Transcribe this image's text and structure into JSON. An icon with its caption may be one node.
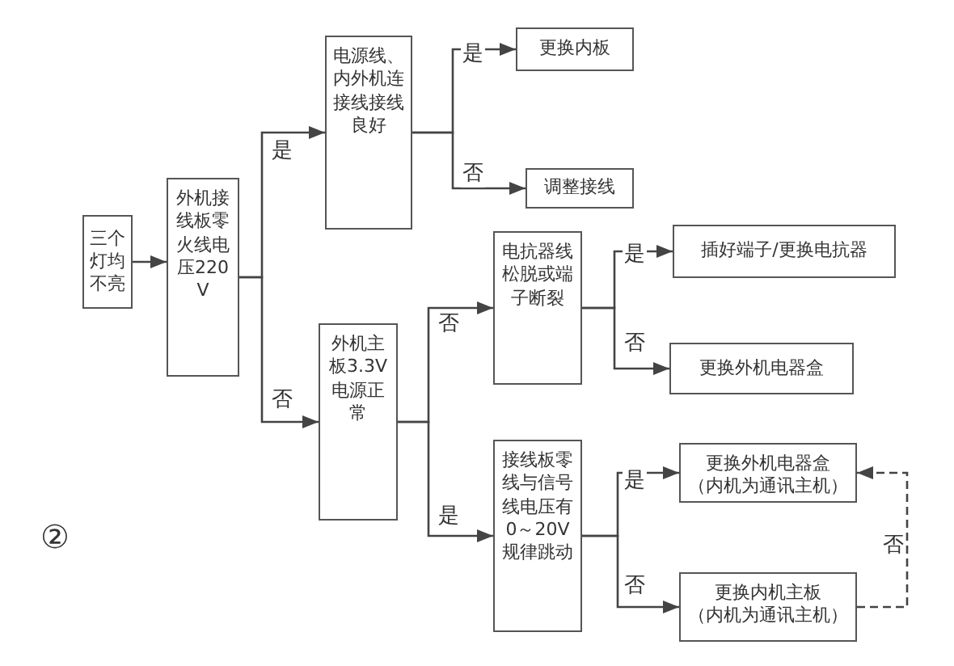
{
  "diagram": {
    "nodes": [
      {
        "text": [
          "三个灯均不亮"
        ]
      },
      {
        "text": [
          "外机接线板零火线电压220V"
        ]
      },
      {
        "text": [
          "电源线、内外机连接线接线良好"
        ]
      },
      {
        "text": [
          "更换内板"
        ]
      },
      {
        "text": [
          "调整接线"
        ]
      },
      {
        "text": [
          "外机主板3.3V电源正常"
        ]
      },
      {
        "text": [
          "电抗器线松脱或端子断裂"
        ]
      },
      {
        "text": [
          "插好端子/更换电抗器"
        ]
      },
      {
        "text": [
          "更换外机电器盒"
        ]
      },
      {
        "text": [
          "接线板零线与信号线电压有0～20V规律跳动"
        ]
      },
      {
        "text": [
          "更换外机电器盒",
          "（内机为通讯主机）"
        ]
      },
      {
        "text": [
          "更换内机主板",
          "（内机为通讯主机）"
        ]
      }
    ],
    "edges": [
      {
        "from": 0,
        "to": 1,
        "arrow": "to"
      },
      {
        "from": 1,
        "to": 2,
        "arrow": "to",
        "label": "是"
      },
      {
        "from": 1,
        "to": 5,
        "arrow": "to",
        "label": "否"
      },
      {
        "from": 2,
        "to": 3,
        "arrow": "to",
        "label": "是"
      },
      {
        "from": 2,
        "to": 4,
        "arrow": "to",
        "label": "否"
      },
      {
        "from": 5,
        "to": 6,
        "arrow": "to",
        "label": "否"
      },
      {
        "from": 5,
        "to": 9,
        "arrow": "to",
        "label": "是"
      },
      {
        "from": 6,
        "to": 7,
        "arrow": "to",
        "label": "是"
      },
      {
        "from": 6,
        "to": 8,
        "arrow": "to",
        "label": "否"
      },
      {
        "from": 9,
        "to": 10,
        "arrow": "to",
        "label": "是"
      },
      {
        "from": 9,
        "to": 11,
        "arrow": "to",
        "label": "否"
      },
      {
        "from": 11,
        "to": 10,
        "arrow": "to",
        "label": "否",
        "style": "dashed"
      }
    ],
    "labels": [
      "②"
    ]
  }
}
